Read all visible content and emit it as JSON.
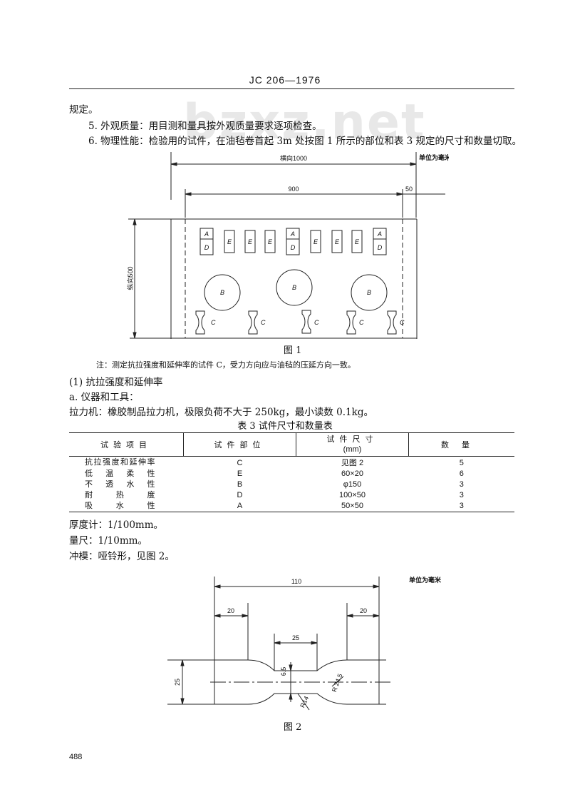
{
  "watermark": "bzxz.net",
  "header": {
    "title": "JC 206—1976"
  },
  "paragraphs": {
    "p0": "规定。",
    "p5": "5. 外观质量：用目测和量具按外观质量要求逐项检查。",
    "p6": "6. 物理性能：检验用的试件，在油毡卷首起 3m 处按图 1 所示的部位和表 3 规定的尺寸和数量切取。"
  },
  "figure1": {
    "unit": "单位为毫米",
    "width_label": "横向1000",
    "dim_900": "900",
    "dim_50": "50",
    "height_label": "纵向500",
    "caption": "图 1",
    "labels": {
      "A": "A",
      "B": "B",
      "C": "C",
      "D": "D",
      "E": "E"
    }
  },
  "note": "注：测定抗拉强度和延伸率的试件 C，受力方向应与油毡的压延方向一致。",
  "section": {
    "title": "(1) 抗拉强度和延伸率",
    "sub": "a. 仪器和工具：",
    "machine": "拉力机：橡胶制品拉力机，极限负荷不大于 250kg，最小读数 0.1kg。"
  },
  "table3": {
    "caption": "表 3   试件尺寸和数量表",
    "headers": {
      "item": "试验项目",
      "part": "试件部位",
      "size": "试件尺寸",
      "size_unit": "(mm)",
      "qty": "数量"
    },
    "rows": [
      {
        "item": "抗拉强度和延伸率",
        "part": "C",
        "size": "见图 2",
        "qty": "5"
      },
      {
        "item": "低温柔性",
        "part": "E",
        "size": "60×20",
        "qty": "6"
      },
      {
        "item": "不透水性",
        "part": "B",
        "size": "φ150",
        "qty": "3"
      },
      {
        "item": "耐热度",
        "part": "D",
        "size": "100×50",
        "qty": "3"
      },
      {
        "item": "吸水性",
        "part": "A",
        "size": "50×50",
        "qty": "3"
      }
    ]
  },
  "after_table": {
    "thickness": "厚度计：1/100mm。",
    "ruler": "量尺：1/10mm。",
    "die": "冲模：哑铃形，见图 2。"
  },
  "figure2": {
    "unit": "单位为毫米",
    "dim_110": "110",
    "dim_20_left": "20",
    "dim_20_right": "20",
    "dim_25_top": "25",
    "dim_25_left": "25",
    "dim_6_5": "6.5",
    "dim_r24_5": "R 24.5",
    "dim_r14": "R14",
    "caption": "图 2"
  },
  "footer": {
    "page_number": "488"
  }
}
